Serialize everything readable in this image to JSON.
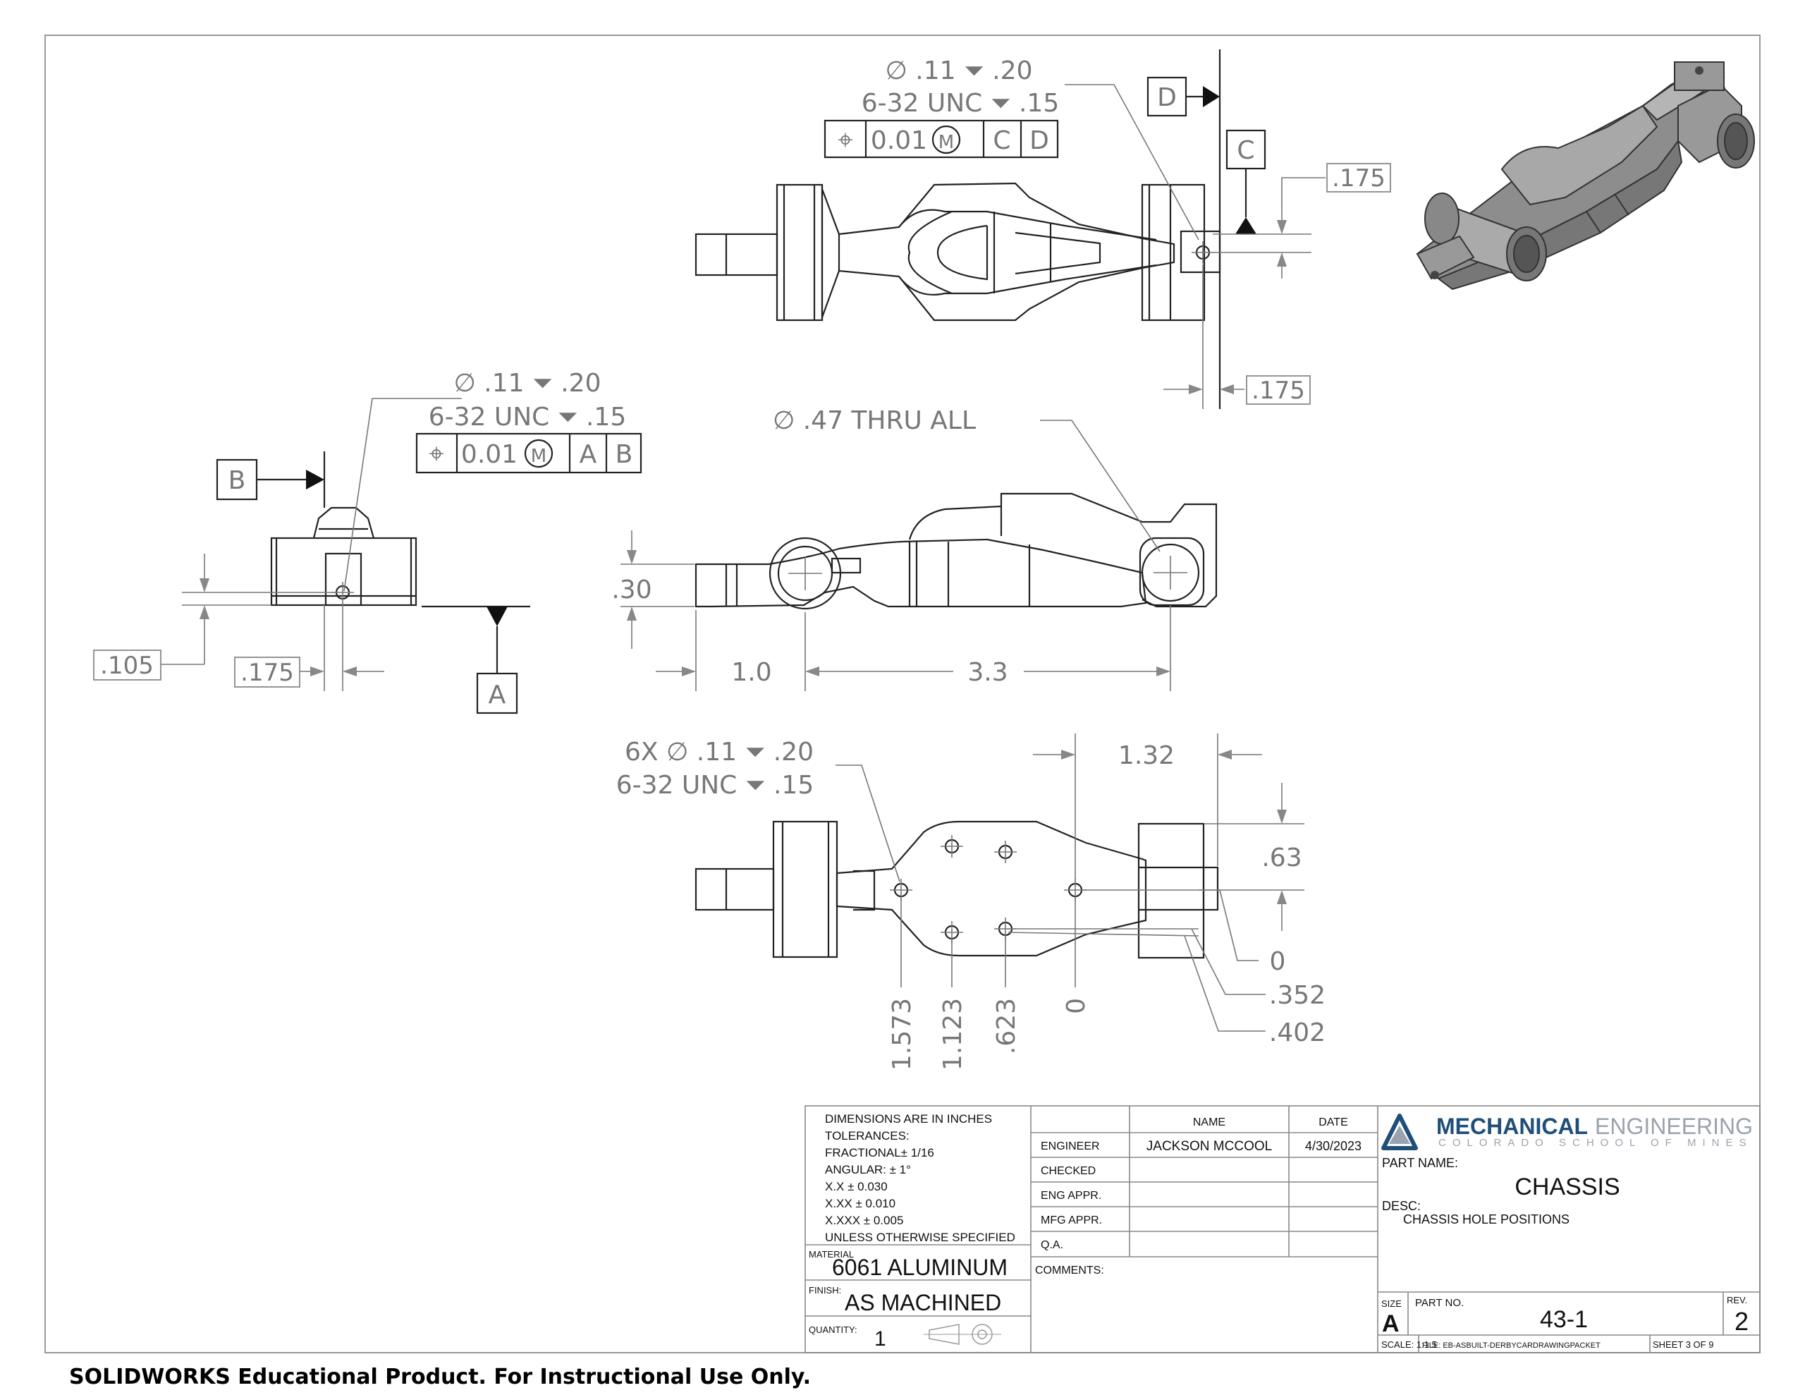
{
  "colors": {
    "line": "#222222",
    "dim_text": "#777777",
    "logo_blue": "#1f4e79",
    "logo_gray": "#9aa3ad"
  },
  "top_view": {
    "callout_line1": "∅ .11 ⏷ .20",
    "callout_line2": "6-32 UNC  ⏷ .15",
    "fcf": {
      "symbol": "⌖",
      "tol": "0.01",
      "mod": "M",
      "ref1": "C",
      "ref2": "D"
    },
    "datum_d": "D",
    "datum_c": "C",
    "dim_vert": ".175",
    "dim_horiz": ".175"
  },
  "front_view": {
    "callout_line1": "∅ .11 ⏷ .20",
    "callout_line2": "6-32 UNC  ⏷ .15",
    "fcf": {
      "symbol": "⌖",
      "tol": "0.01",
      "mod": "M",
      "ref1": "A",
      "ref2": "B"
    },
    "datum_b": "B",
    "datum_a": "A",
    "dim_vert": ".105",
    "dim_horiz": ".175"
  },
  "side_view": {
    "callout": "∅ .47 THRU ALL",
    "dim_height": ".30",
    "dim_left": "1.0",
    "dim_center": "3.3"
  },
  "bottom_view": {
    "callout_line1": "6X ∅ .11 ⏷ .20",
    "callout_line2": "6-32 UNC  ⏷ .15",
    "dim_width": "1.32",
    "dim_height": ".63",
    "ord_y": [
      "0",
      ".352",
      ".402"
    ],
    "ord_x": [
      "1.573",
      "1.123",
      ".623",
      "0"
    ]
  },
  "title_block": {
    "notes": [
      "DIMENSIONS ARE IN INCHES",
      "TOLERANCES:",
      "FRACTIONAL± 1/16",
      "ANGULAR: ± 1°",
      "X.X   ± 0.030",
      "X.XX ± 0.010",
      "X.XXX  ± 0.005",
      "UNLESS OTHERWISE SPECIFIED"
    ],
    "material_label": "MATERIAL",
    "material": "6061 ALUMINUM",
    "finish_label": "FINISH:",
    "finish": "AS MACHINED",
    "quantity_label": "QUANTITY:",
    "quantity": "1",
    "col_name": "NAME",
    "col_date": "DATE",
    "row_labels": [
      "ENGINEER",
      "CHECKED",
      "ENG APPR.",
      "MFG APPR.",
      "Q.A.",
      "COMMENTS:"
    ],
    "engineer_name": "JACKSON MCCOOL",
    "engineer_date": "4/30/2023",
    "logo_main": "MECHANICAL",
    "logo_main2": "ENGINEERING",
    "logo_sub": "COLORADO SCHOOL OF MINES",
    "part_name_label": "PART NAME:",
    "part_name": "CHASSIS",
    "desc_label": "DESC:",
    "desc": "CHASSIS HOLE POSITIONS",
    "size_label": "SIZE",
    "size": "A",
    "part_no_label": "PART NO.",
    "part_no": "43-1",
    "rev_label": "REV.",
    "rev": "2",
    "scale": "SCALE: 1:1.5",
    "file": "FILE:  EB-ASBUILT-DERBYCARDRAWINGPACKET",
    "sheet": "SHEET 3 OF 9"
  },
  "footer": "SOLIDWORKS Educational Product. For Instructional Use Only."
}
